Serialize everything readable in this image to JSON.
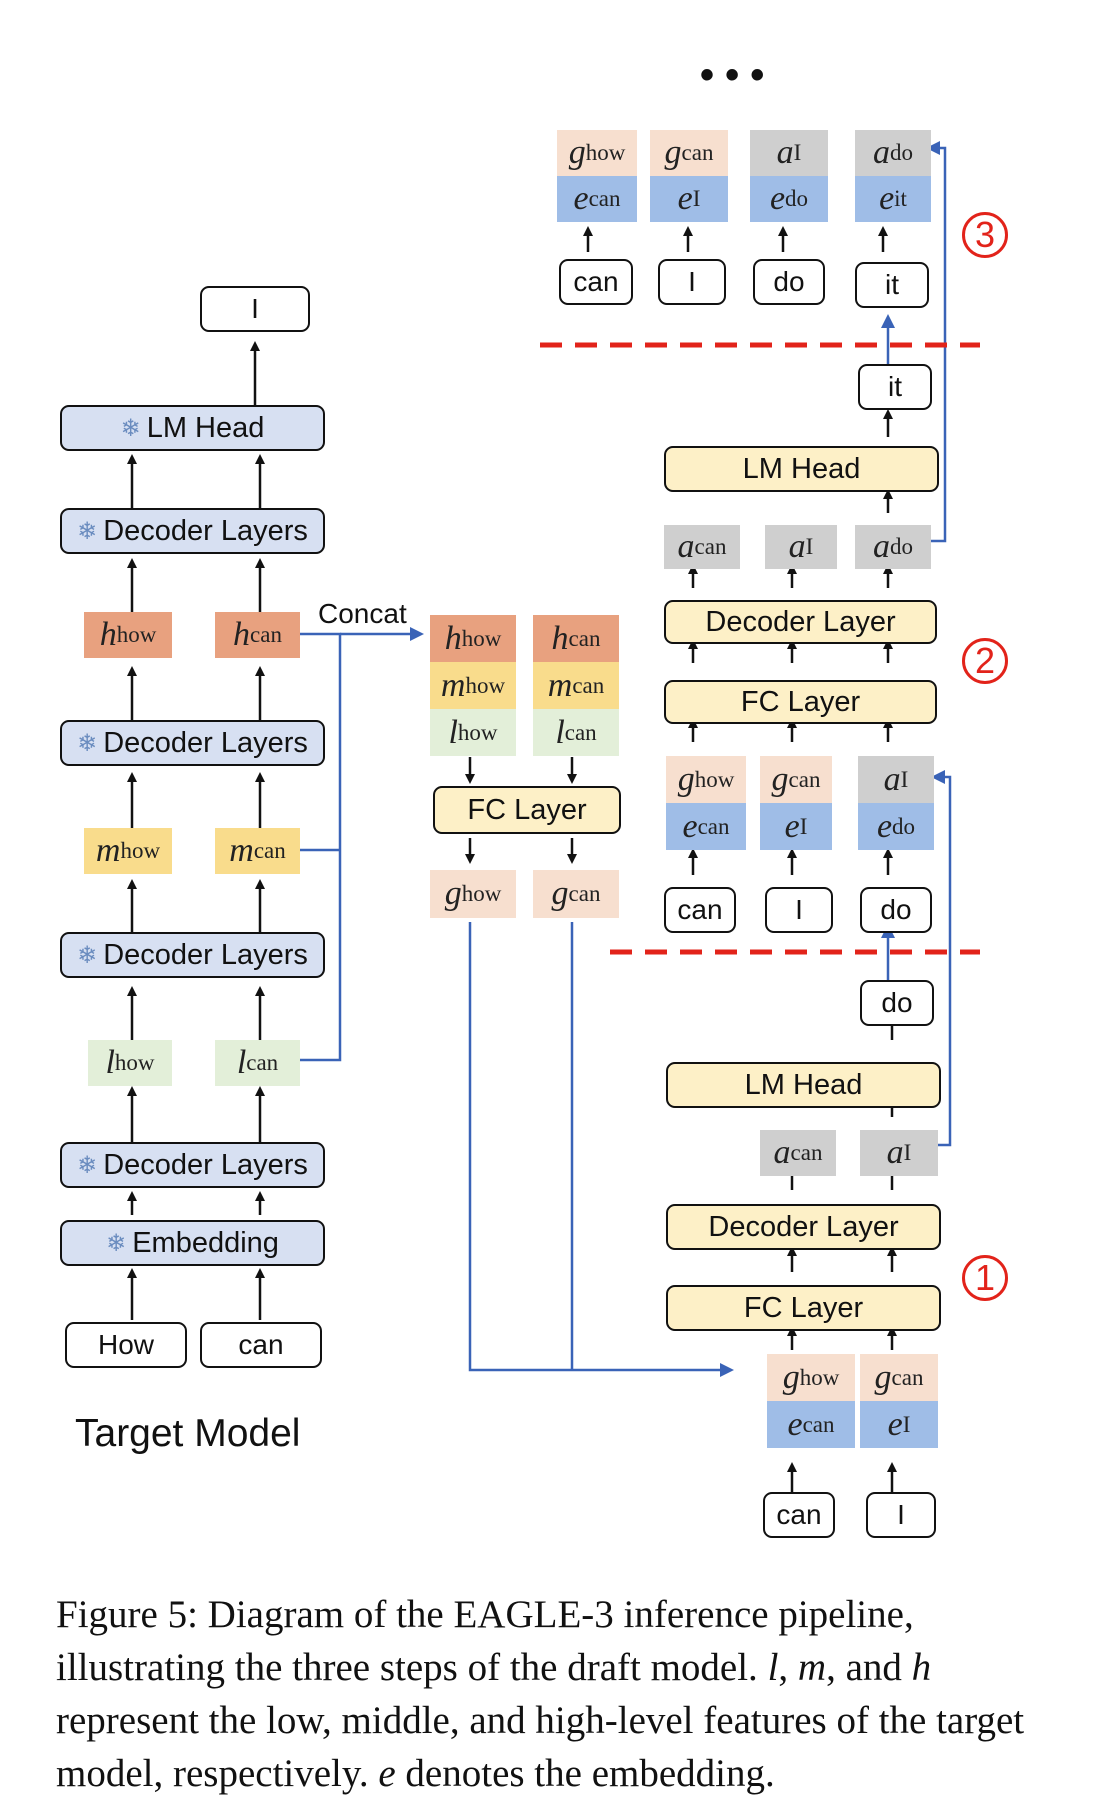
{
  "target_model": {
    "title": "Target Model",
    "inputs": [
      "How",
      "can"
    ],
    "output": "I",
    "lm_head": "LM Head",
    "decoder_layers": "Decoder Layers",
    "embedding": "Embedding",
    "features": {
      "h_how": "h",
      "h_how_sub": "how",
      "h_can": "h",
      "h_can_sub": "can",
      "m_how": "m",
      "m_how_sub": "how",
      "m_can": "m",
      "m_can_sub": "can",
      "l_how": "l",
      "l_how_sub": "how",
      "l_can": "l",
      "l_can_sub": "can"
    }
  },
  "concat": {
    "label": "Concat",
    "fc_layer": "FC Layer",
    "g": "g",
    "how": "how",
    "can": "can"
  },
  "draft": {
    "ellipsis": "• • •",
    "lm_head": "LM Head",
    "decoder_layer": "Decoder Layer",
    "fc_layer": "FC Layer",
    "step1": {
      "num": "1",
      "inputs": [
        "can",
        "I"
      ],
      "output_token": "do"
    },
    "step2": {
      "num": "2",
      "inputs": [
        "can",
        "I",
        "do"
      ],
      "output_token": "it"
    },
    "step3": {
      "num": "3",
      "inputs": [
        "can",
        "I",
        "do",
        "it"
      ]
    },
    "sym": {
      "g": "g",
      "e": "e",
      "a": "a"
    },
    "subs": {
      "how": "how",
      "can": "can",
      "I": "I",
      "do": "do",
      "it": "it"
    }
  },
  "caption": {
    "prefix": "Figure 5: Diagram of the EAGLE-3 inference pipeline, illustrating the three steps of the draft model.",
    "l": "l",
    "sep1": ",",
    "m": "m",
    "sep2": ", and",
    "h": "h",
    "mid": "represent the low, middle, and high-level features of the target model, respectively.",
    "e": "e",
    "suffix": "denotes the embedding."
  },
  "colors": {
    "blue_box": "#d7e0f2",
    "yellow_box": "#fdf0c7",
    "high_feature": "#e8a17f",
    "mid_feature": "#f9dc8c",
    "low_feature": "#e3efd9",
    "fused_feature": "#f7dfcf",
    "embedding": "#9fbde7",
    "draft_output": "#cfcfcf",
    "arrow_blue": "#3a63b7",
    "step_red": "#e2231a"
  }
}
